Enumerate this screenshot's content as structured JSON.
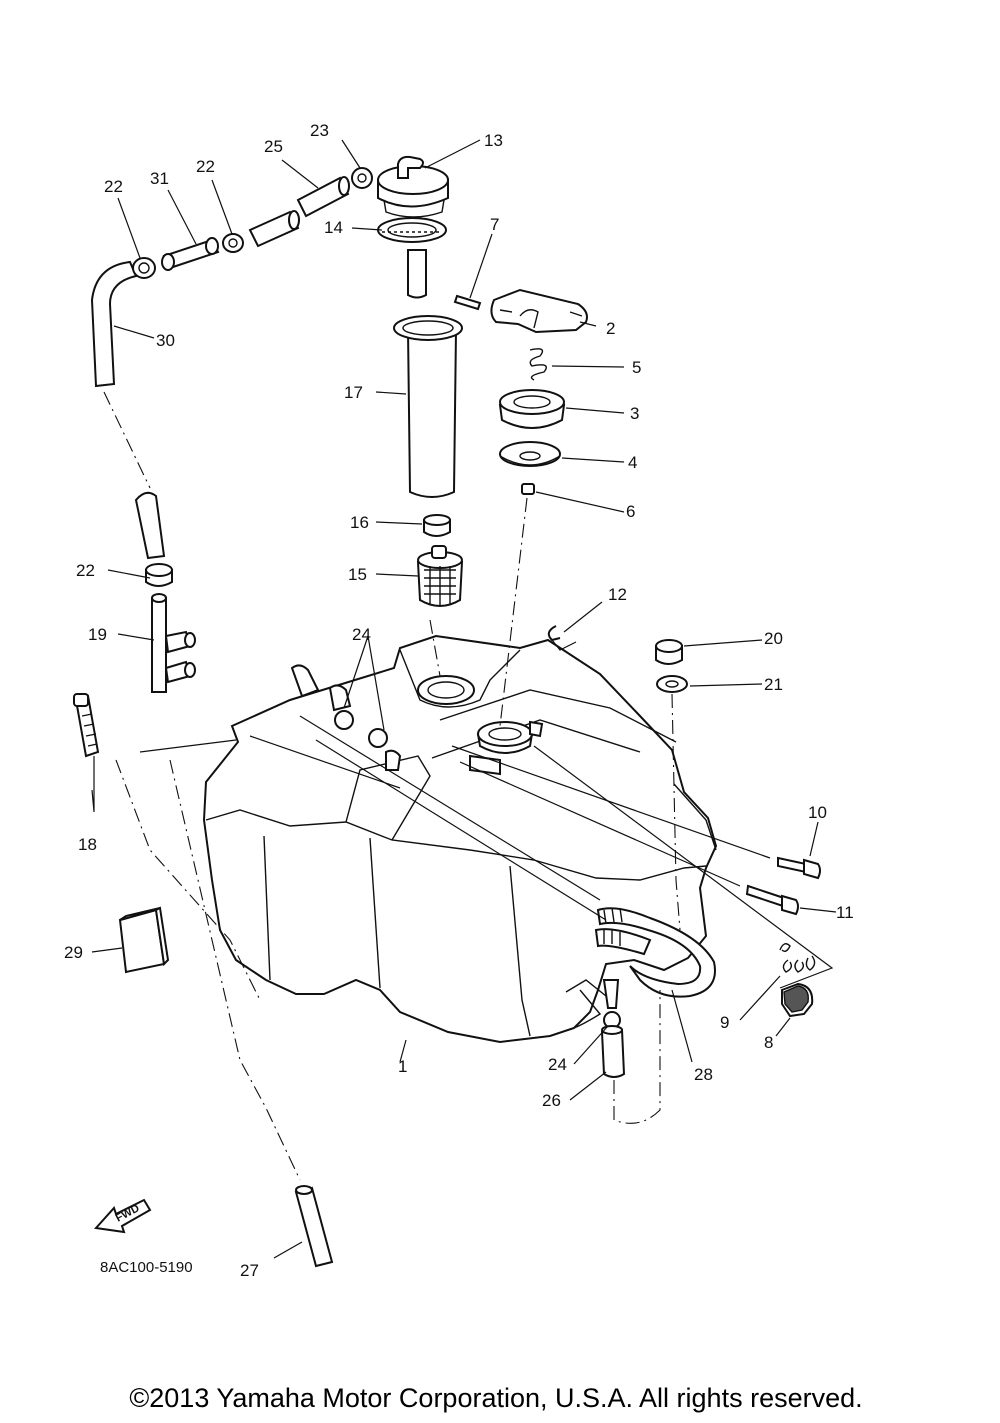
{
  "diagram": {
    "callouts": [
      "1",
      "2",
      "3",
      "4",
      "5",
      "6",
      "7",
      "8",
      "9",
      "10",
      "11",
      "12",
      "13",
      "14",
      "15",
      "16",
      "17",
      "18",
      "19",
      "20",
      "21",
      "22",
      "22",
      "22",
      "23",
      "24",
      "24",
      "25",
      "26",
      "27",
      "28",
      "29",
      "30",
      "31"
    ],
    "fwd_label": "FWD",
    "diagram_code": "8AC100-5190",
    "copyright": "©2013 Yamaha Motor Corporation, U.S.A. All rights reserved."
  }
}
